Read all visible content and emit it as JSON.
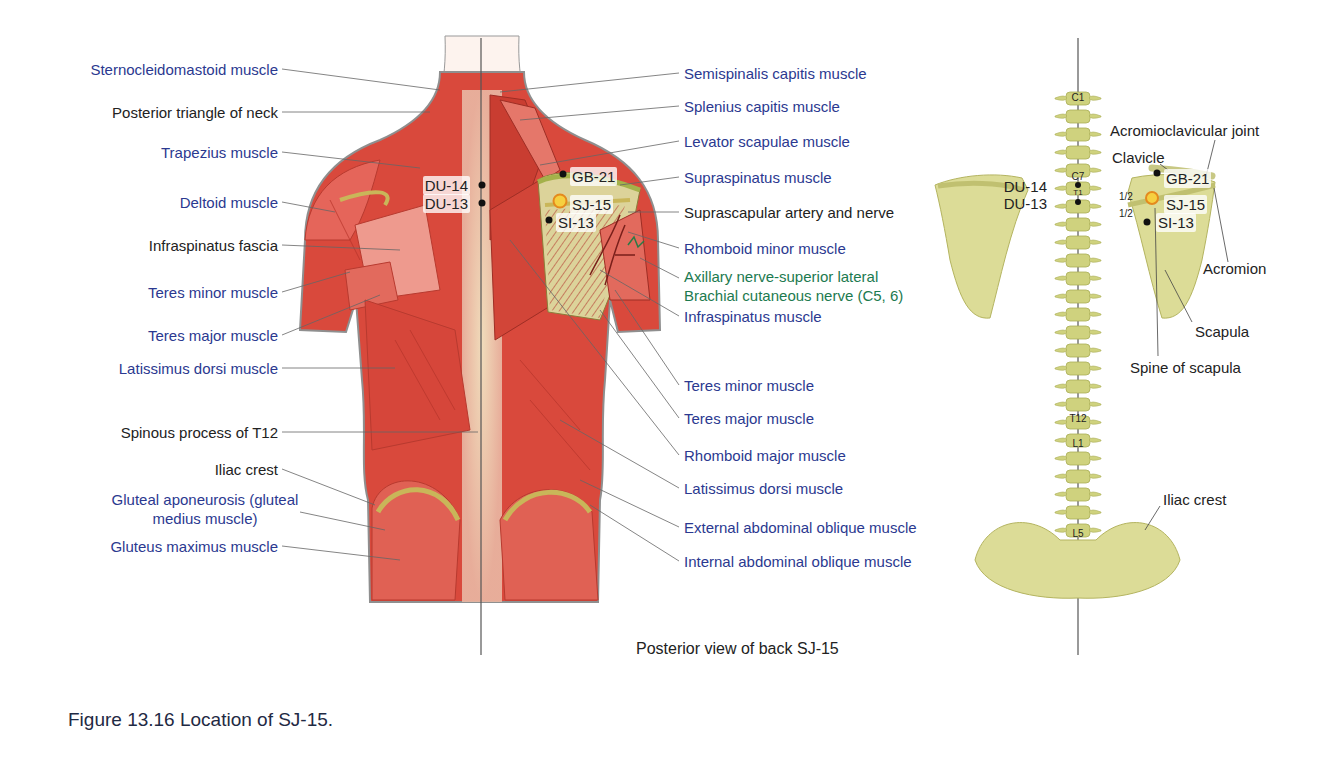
{
  "diagram": {
    "caption": "Figure 13.16 Location of SJ-15.",
    "labels": [
      "Sternocleidomastoid muscle",
      "Posterior triangle of neck",
      "Trapezius muscle",
      "Deltoid muscle",
      "Infraspinatus fascia",
      "Teres minor muscle",
      "Teres major muscle",
      "Latissimus dorsi muscle",
      "Spinous process of T12",
      "Iliac crest",
      "Gluteal aponeurosis (gluteal medius muscle)",
      "Gluteus maximus muscle",
      "DU-14",
      "DU-13",
      "GB-21",
      "SJ-15",
      "SI-13",
      "Semispinalis capitis muscle",
      "Splenius capitis muscle",
      "Levator scapulae muscle",
      "Supraspinatus muscle",
      "Suprascapular artery and nerve",
      "Rhomboid minor muscle",
      "Axillary nerve-superior lateral Brachial cutaneous nerve (C5, 6)",
      "Infraspinatus muscle",
      "Teres minor muscle",
      "Teres major muscle",
      "Rhomboid major muscle",
      "Latissimus dorsi muscle",
      "External abdominal oblique muscle",
      "Internal abdominal oblique muscle",
      "Posterior view of back SJ-15",
      "C1",
      "C7",
      "T1",
      "T12",
      "L1",
      "L5",
      "DU-14",
      "DU-13",
      "Acromioclavicular joint",
      "Clavicle",
      "GB-21",
      "1/2",
      "SJ-15",
      "1/2",
      "SI-13",
      "Acromion",
      "Scapula",
      "Spine of scapula",
      "Iliac crest"
    ]
  }
}
